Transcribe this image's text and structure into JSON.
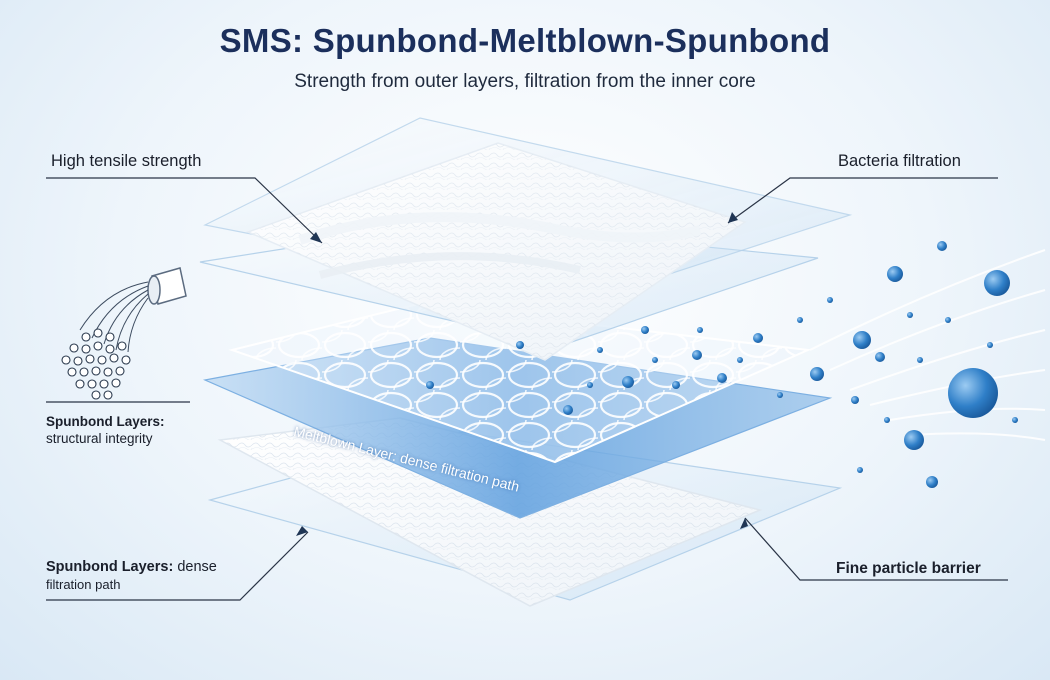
{
  "header": {
    "title": "SMS: Spunbond-Meltblown-Spunbond",
    "subtitle": "Strength from outer layers, filtration from the inner core"
  },
  "labels": {
    "tensile": "High tensile strength",
    "bacteria": "Bacteria filtration",
    "spunbond_top_bold": "Spunbond Layers:",
    "spunbond_top_rest": "structural integrity",
    "meltblown": "Meltblown Layer: dense filtration path",
    "spunbond_bottom_bold": "Spunbond Layers:",
    "spunbond_bottom_rest1": "dense",
    "spunbond_bottom_rest2": "filtration path",
    "fine": "Fine particle barrier"
  },
  "colors": {
    "title": "#1b2f5c",
    "particle": "#2f7fc8",
    "glass": "#cfe3f5",
    "meltblown": "#6aa6de"
  },
  "icons": [
    "spray-nozzle-icon",
    "particle-cluster-icon"
  ]
}
